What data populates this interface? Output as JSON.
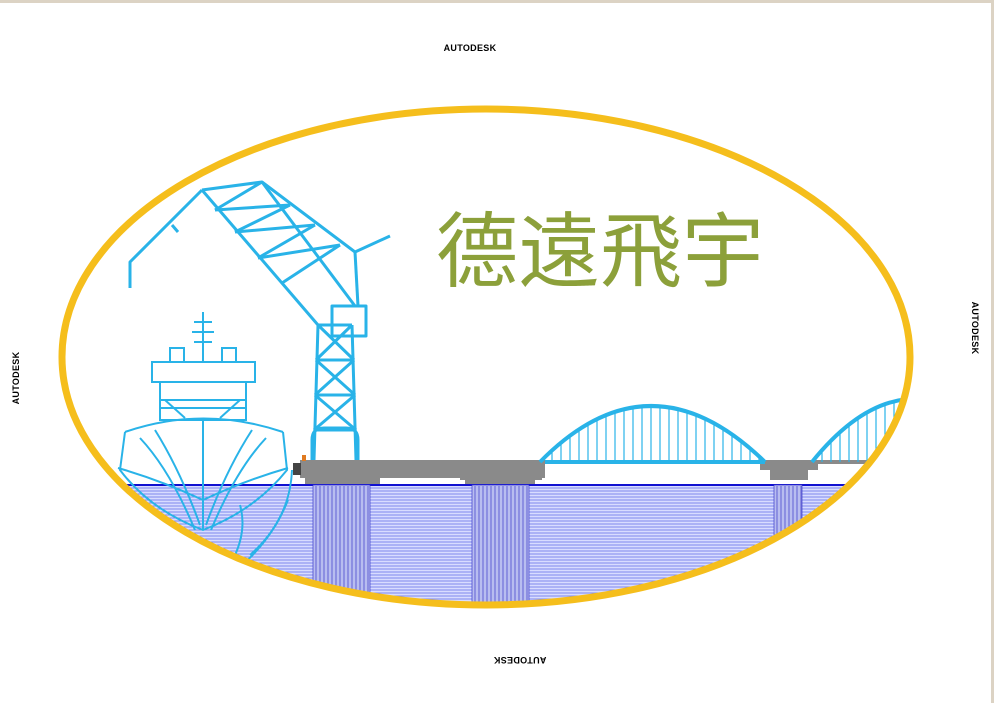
{
  "watermarks": {
    "top": "AUTODESK",
    "bottom": "AUTODESK",
    "left": "AUTODESK",
    "right": "AUTODESK"
  },
  "logo": {
    "title": "德遠飛宇",
    "colors": {
      "ring": "#f5be1c",
      "title": "#8ca03a",
      "line_art": "#29b3e8",
      "water": "#1a2bd8",
      "deck": "#8a8a8a",
      "background": "#ffffff"
    },
    "icons": [
      "crane-icon",
      "ship-icon",
      "arch-bridge-icon",
      "water-hatch"
    ]
  }
}
